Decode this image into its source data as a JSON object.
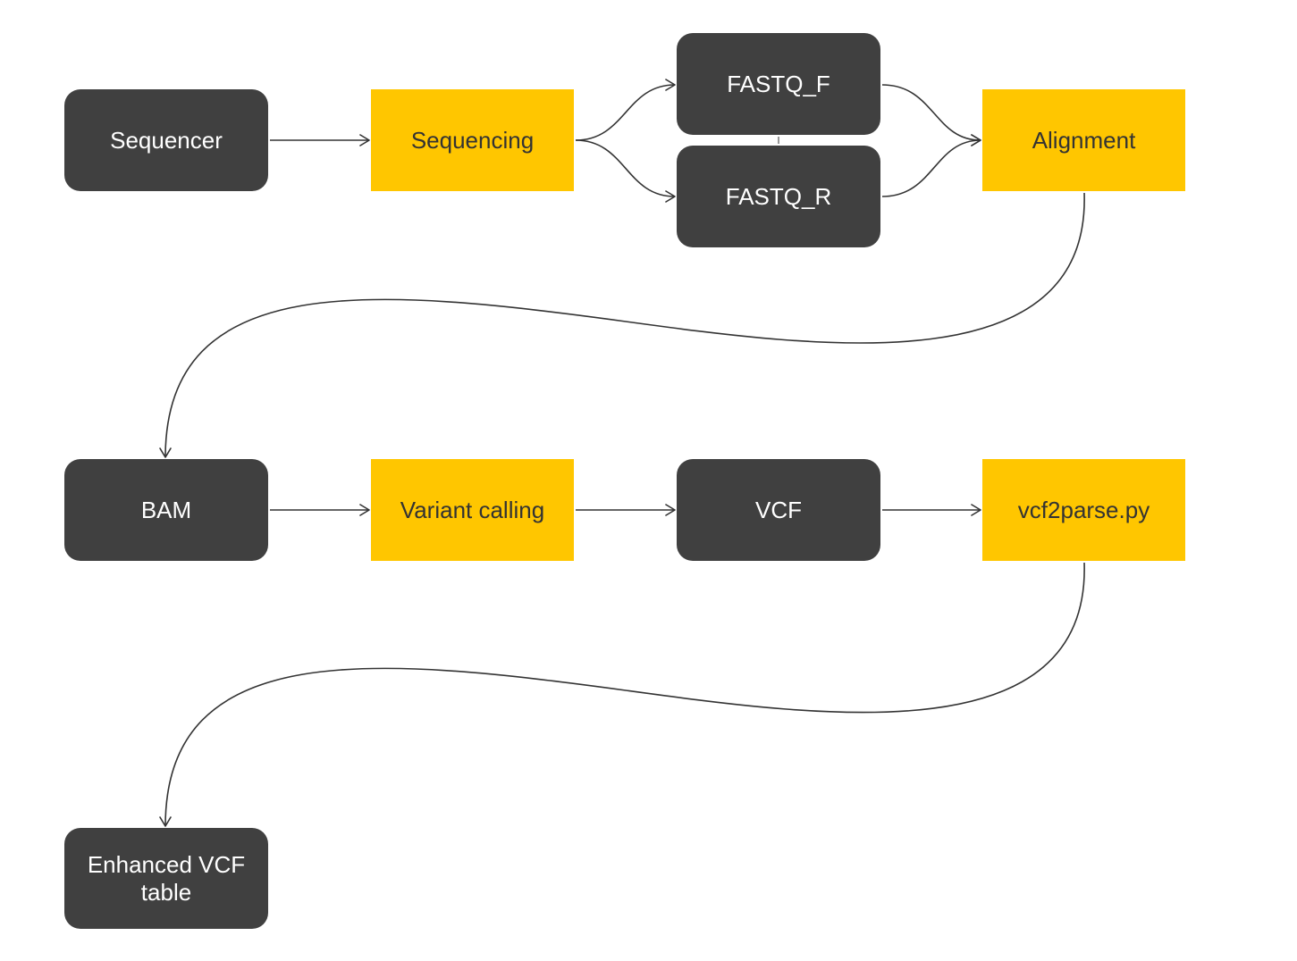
{
  "colors": {
    "data_node": "#404040",
    "data_text": "#ffffff",
    "process_node": "#ffc600",
    "process_text": "#333333",
    "edge": "#333333",
    "background": "#ffffff"
  },
  "nodes": {
    "sequencer": "Sequencer",
    "sequencing": "Sequencing",
    "fastq_f": "FASTQ_F",
    "fastq_r": "FASTQ_R",
    "alignment": "Alignment",
    "bam": "BAM",
    "variant_calling": "Variant calling",
    "vcf": "VCF",
    "vcf2parse": "vcf2parse.py",
    "enhanced_vcf": {
      "line1": "Enhanced VCF",
      "line2": "table"
    }
  },
  "edges": [
    {
      "from": "Sequencer",
      "to": "Sequencing"
    },
    {
      "from": "Sequencing",
      "to": "FASTQ_F"
    },
    {
      "from": "Sequencing",
      "to": "FASTQ_R"
    },
    {
      "from": "FASTQ_F",
      "to": "Alignment"
    },
    {
      "from": "FASTQ_R",
      "to": "Alignment"
    },
    {
      "from": "Alignment",
      "to": "BAM"
    },
    {
      "from": "BAM",
      "to": "Variant calling"
    },
    {
      "from": "Variant calling",
      "to": "VCF"
    },
    {
      "from": "VCF",
      "to": "vcf2parse.py"
    },
    {
      "from": "vcf2parse.py",
      "to": "Enhanced VCF table"
    }
  ]
}
